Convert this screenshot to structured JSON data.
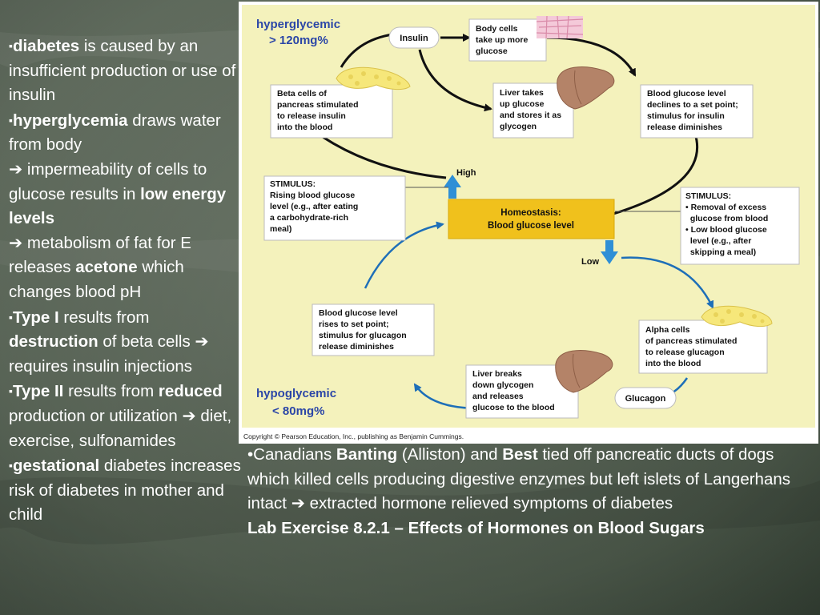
{
  "left_bullets": {
    "b1": {
      "bold": "diabetes",
      "rest": " is caused by an insufficient production or use of insulin"
    },
    "b2": {
      "bold": "hyperglycemia",
      "rest": " draws water from body"
    },
    "b2_arrow1_pre": " impermeability of cells to glucose results in ",
    "b2_arrow1_bold": "low energy levels",
    "b2_arrow2_pre": " metabolism of fat for E releases ",
    "b2_arrow2_bold": "acetone",
    "b2_arrow2_post": " which changes blood pH",
    "b3": {
      "bold": "Type I",
      "rest": " results from "
    },
    "b3_bold2": "destruction",
    "b3_rest2": " of beta cells ",
    "b3_arrow": " requires insulin injections",
    "b4": {
      "bold": "Type II",
      "rest": " results from "
    },
    "b4_bold2": "reduced",
    "b4_rest2": " production or utilization ",
    "b4_arrow": " diet, exercise, sulfonamides",
    "b5": {
      "bold": "gestational",
      "rest": " diabetes increases risk of diabetes in mother and child"
    }
  },
  "diagram": {
    "hyper_l1": "hyperglycemic",
    "hyper_l2": "> 120mg%",
    "hypo_l1": "hypoglycemic",
    "hypo_l2": "< 80mg%",
    "insulin": "Insulin",
    "glucagon": "Glucagon",
    "body_cells": [
      "Body cells",
      "take up more",
      "glucose"
    ],
    "beta_cells": [
      "Beta cells of",
      "pancreas stimulated",
      "to release insulin",
      "into the blood"
    ],
    "liver_takes": [
      "Liver takes",
      "up glucose",
      "and stores it as",
      "glycogen"
    ],
    "declines": [
      "Blood glucose level",
      "declines to a set point;",
      "stimulus for insulin",
      "release diminishes"
    ],
    "stim_left": [
      "STIMULUS:",
      "Rising blood glucose",
      "level (e.g., after eating",
      "a carbohydrate-rich",
      "meal)"
    ],
    "stim_right": [
      "STIMULUS:",
      "• Removal of excess",
      "  glucose from blood",
      "• Low blood glucose",
      "  level (e.g., after",
      "  skipping a meal)"
    ],
    "homeo": [
      "Homeostasis:",
      "Blood glucose level"
    ],
    "high": "High",
    "low": "Low",
    "rises": [
      "Blood glucose level",
      "rises to set point;",
      "stimulus for glucagon",
      "release diminishes"
    ],
    "alpha": [
      "Alpha cells",
      "of pancreas stimulated",
      "to release glucagon",
      "into the blood"
    ],
    "liver_breaks": [
      "Liver breaks",
      "down glycogen",
      "and releases",
      "glucose to the blood"
    ],
    "copyright": "Copyright © Pearson Education, Inc., publishing as Benjamin Cummings."
  },
  "bottom": {
    "p1_a": "•Canadians ",
    "p1_b": "Banting",
    "p1_c": " (Alliston) and ",
    "p1_d": "Best",
    "p1_e": " tied off pancreatic ducts of dogs which killed cells producing digestive enzymes but left islets of Langerhans intact ",
    "p1_f": " extracted hormone relieved symptoms of diabetes",
    "p2": "Lab Exercise 8.2.1 – Effects of Hormones on Blood Sugars"
  },
  "colors": {
    "background": "#4a5849",
    "figure_fill": "#f4f2bc",
    "title_blue": "#2b46a7",
    "homeostasis_yellow": "#f0c11c",
    "arrow_blue": "#2f8fd6",
    "line_dark": "#111111",
    "pancreas": "#f6e77a",
    "liver": "#b48368"
  },
  "icons": {
    "bullet": "square-bullet",
    "arrow": "right-arrow"
  }
}
